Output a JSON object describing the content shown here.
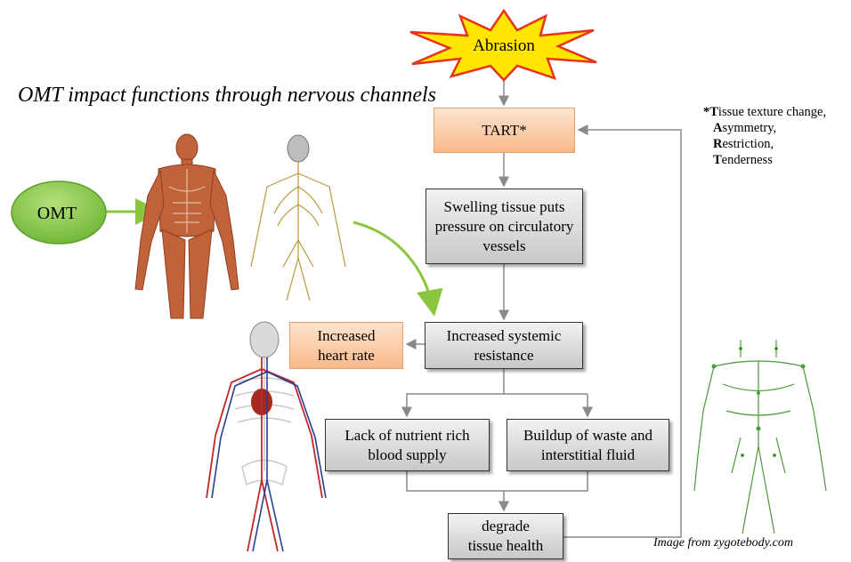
{
  "title": "OMT impact functions through nervous channels",
  "nodes": {
    "abrasion": "Abrasion",
    "tart": "TART*",
    "swelling": "Swelling tissue puts pressure on circulatory vessels",
    "resistance": "Increased systemic resistance",
    "heart_rate": "Increased heart rate",
    "lack": "Lack of nutrient rich blood supply",
    "buildup": "Buildup of waste and interstitial fluid",
    "degrade": "degrade tissue health",
    "omt": "OMT"
  },
  "legend": {
    "star": "*",
    "items": [
      {
        "initial": "T",
        "rest": "issue texture change,"
      },
      {
        "initial": "A",
        "rest": "symmetry,"
      },
      {
        "initial": "R",
        "rest": "estriction,"
      },
      {
        "initial": "T",
        "rest": "enderness"
      }
    ]
  },
  "credit": "Image from zygotebody.com",
  "colors": {
    "burst_fill": "#ffe600",
    "burst_stroke": "#e8321a",
    "omt_green": "#7dc242",
    "arrow_green": "#8cc63f",
    "orange_box": "#f9b98a",
    "muscle": "#c0623a",
    "nerve": "#b89a3c",
    "artery": "#c0282a",
    "vein": "#2a3f8f",
    "lymph": "#4a9a3a"
  }
}
